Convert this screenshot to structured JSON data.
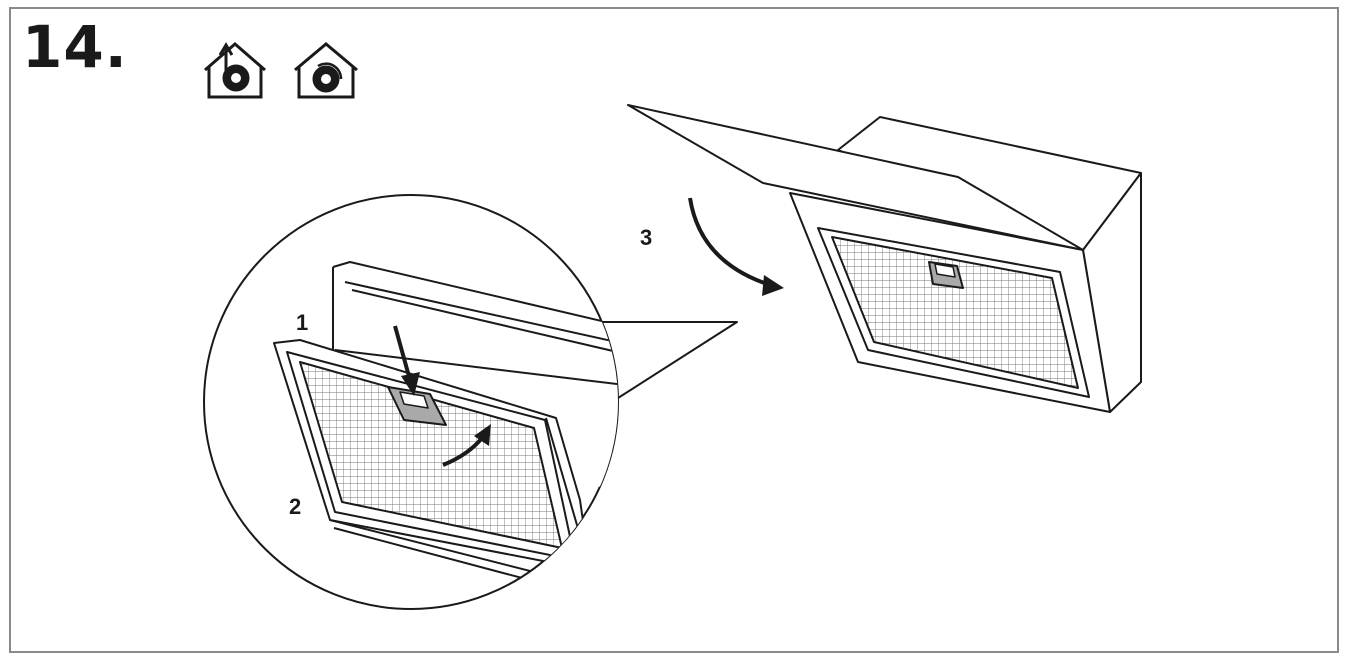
{
  "step": {
    "number": "14."
  },
  "icons": [
    {
      "name": "extraction-mode-icon"
    },
    {
      "name": "recirculation-mode-icon"
    }
  ],
  "callouts": [
    {
      "label": "1"
    },
    {
      "label": "2"
    },
    {
      "label": "3"
    }
  ],
  "colors": {
    "line": "#1a1a1a",
    "frame": "#8a8a8a",
    "tab": "#a9a9a9",
    "mesh": "#777777"
  }
}
